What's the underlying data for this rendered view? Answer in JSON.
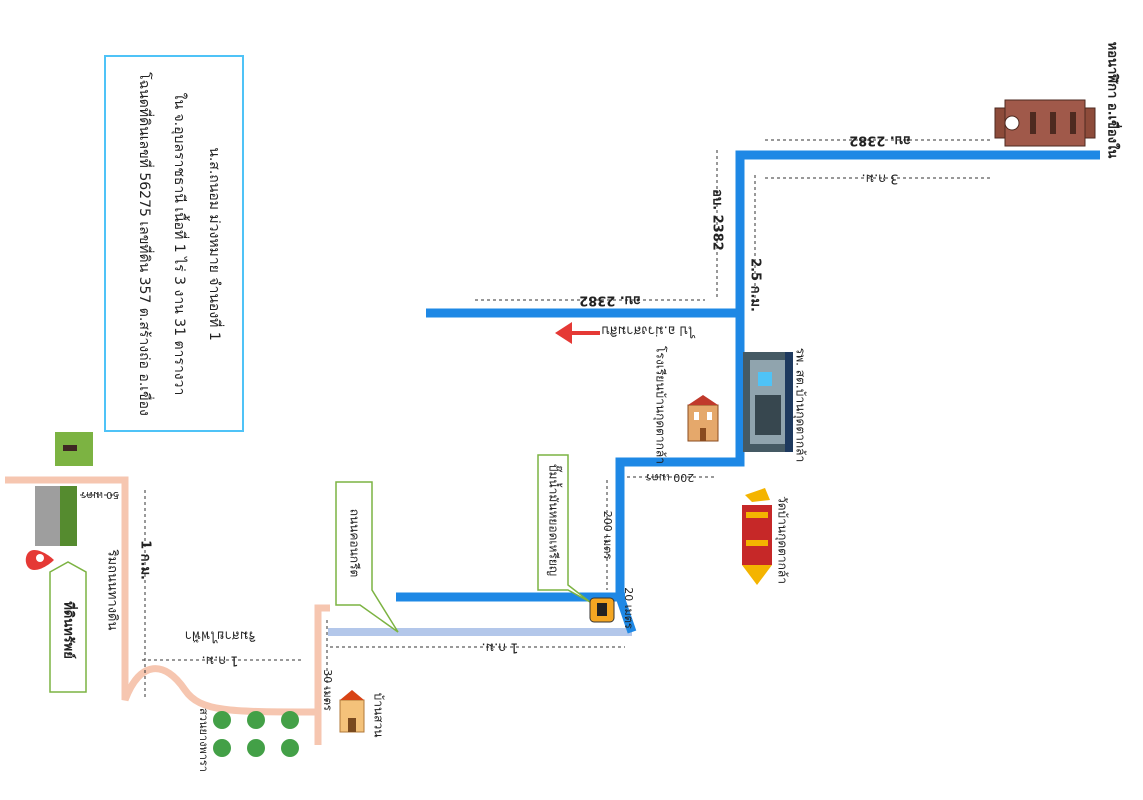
{
  "info_box": {
    "line1": "โฉนดที่ดินเลขที่ 56275 เลขที่ดิน 357 ต.สร้างถ่อ อ.เขื่อง",
    "line2": "ใน จ.อุบลราชธานี เนื้อที่ 1 ไร่ 3 งาน 31 ตารางวา",
    "line3": "น.ส.ถนอม ม่วงหมาย จำนองที่ 1"
  },
  "labels": {
    "property": "ที่ดินทรัพย์",
    "property_dist": "50 เมตร",
    "road_top_lower": "2.5 ก.ม.",
    "road_2382_top": "อบ. 2382",
    "road_2382_vertical": "อบ. 2382",
    "road_3km": "3 ก.ม.",
    "road_2382_branch": "อบ. 2382",
    "to_direction": "ไป อ.ม่วงสามสิบ",
    "landmark_top": "หอนาฬิกา อ.เขื่องใน",
    "school": "โรงเรียนบ้านกุดตากล้า",
    "hospital": "รพ. สต.บ้านกุดตากล้า",
    "temple": "วัดบ้านกุดตากล้า",
    "dist_200_h": "200 เมตร",
    "dist_200_v": "200 เมตร",
    "gas_station": "ปั๊มน้ำมันหยอดเหรียญ",
    "dist_20": "20 เมตร",
    "concrete_road": "ถนนคอนกรีต",
    "dist_1km_bottom": "1 ก.ม.",
    "dist_30": "30 เมตร",
    "house": "บ้านสวน",
    "rubber_farm": "สวนยางพารา",
    "dist_1km_mid": "1 ก.ม.",
    "electric_line": "ริมสายไฟฟ้า",
    "dirt_road": "ริมถนนทางดิน",
    "dist_1km_left": "1 ก.ม."
  },
  "colors": {
    "main_road": "#1e88e5",
    "concrete_road": "#b3c7ea",
    "dirt_road": "#f6c6b0",
    "callout_border": "#7cb342",
    "box_border": "#4fc3f7",
    "arrow": "#e53935"
  }
}
